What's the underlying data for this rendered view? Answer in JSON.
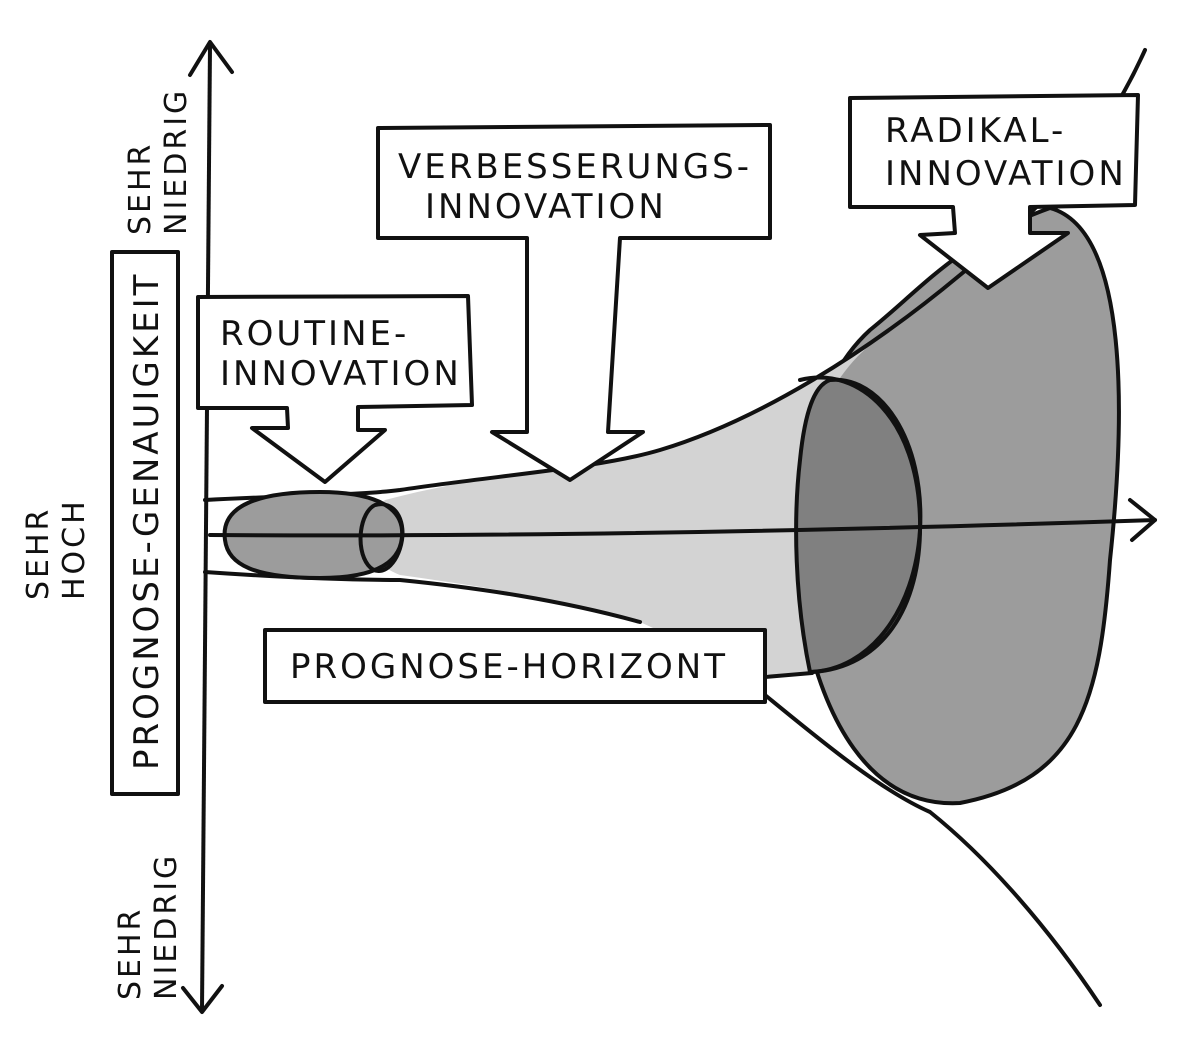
{
  "labels": {
    "routine": [
      "ROUTINE-",
      "INNOVATION"
    ],
    "verbesserung": [
      "VERBESSERUNGS-",
      "INNOVATION"
    ],
    "radikal": [
      "RADIKAL-",
      "INNOVATION"
    ],
    "horizont": "PROGNOSE-HORIZONT",
    "genauigkeit": "PROGNOSE-GENAUIGKEIT",
    "axis_top": [
      "SEHR",
      "NIEDRIG"
    ],
    "axis_middle": [
      "SEHR",
      "HOCH"
    ],
    "axis_bottom": [
      "SEHR",
      "NIEDRIG"
    ]
  },
  "colors": {
    "ink": "#111111",
    "light_fill": "#d3d3d3",
    "mid_fill": "#9c9c9c",
    "dark_fill": "#808080",
    "background": "#ffffff"
  }
}
